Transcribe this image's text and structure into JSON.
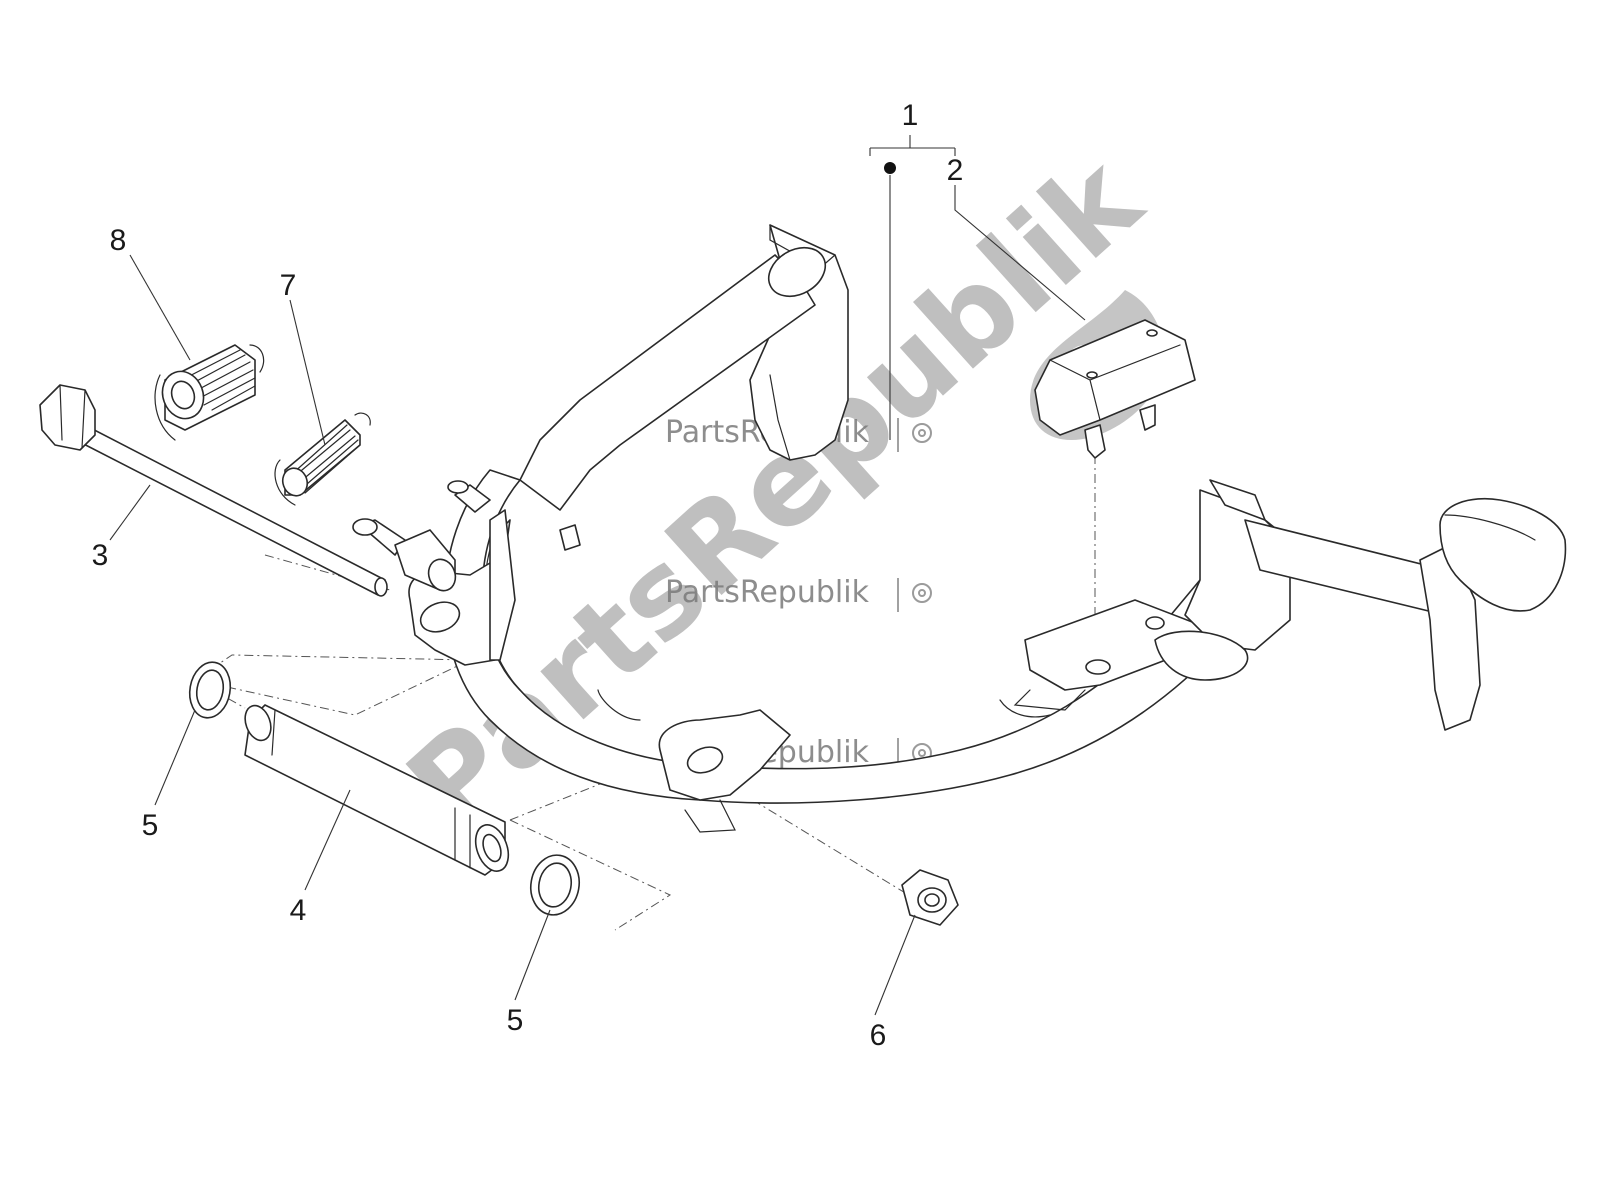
{
  "diagram": {
    "callouts": {
      "c1": "1",
      "c2": "2",
      "c3": "3",
      "c4": "4",
      "c5a": "5",
      "c5b": "5",
      "c6": "6",
      "c7": "7",
      "c8": "8"
    },
    "watermark": {
      "large": "PartsRepublik",
      "small": "PartsRepublik"
    }
  }
}
